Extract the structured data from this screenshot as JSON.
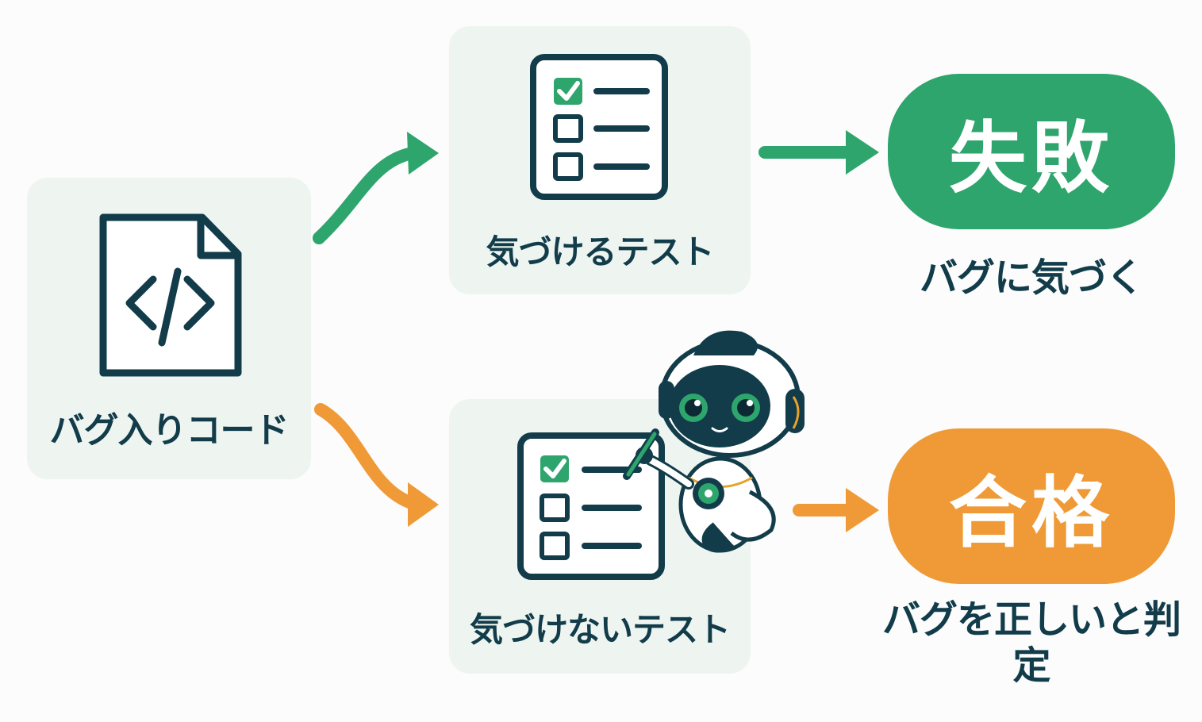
{
  "nodes": {
    "code": {
      "label": "バグ入りコード"
    },
    "good_test": {
      "label": "気づけるテスト"
    },
    "bad_test": {
      "label": "気づけないテスト"
    }
  },
  "results": {
    "fail": {
      "badge": "失敗",
      "caption": "バグに気づく"
    },
    "pass": {
      "badge": "合格",
      "caption": "バグを正しいと判定"
    }
  },
  "colors": {
    "green": "#2ea56c",
    "orange": "#ef9a36",
    "navy": "#123c4a",
    "panel": "#eef5f1"
  },
  "icons": [
    "code-file-icon",
    "checklist-icon",
    "robot-mascot-icon",
    "arrow-right-icon"
  ]
}
